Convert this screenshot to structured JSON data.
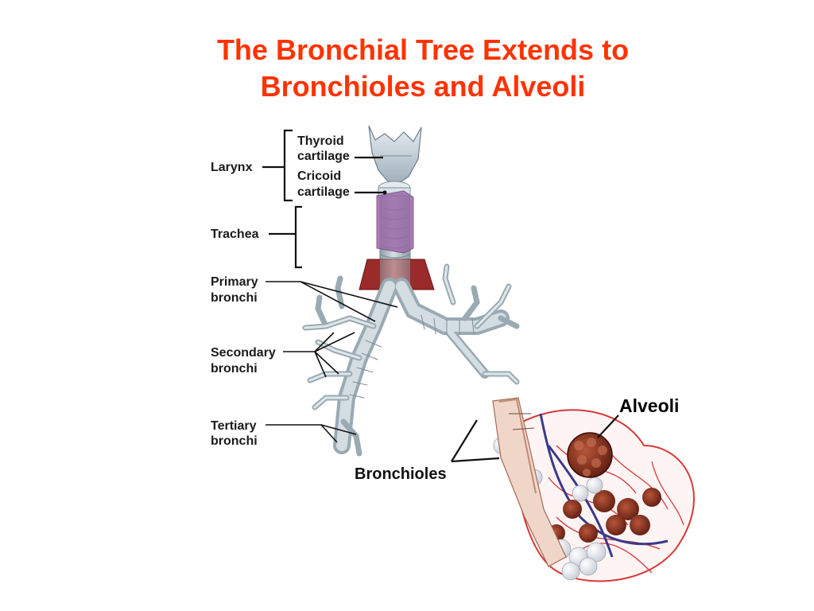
{
  "slide": {
    "title_line1": "The Bronchial Tree Extends to",
    "title_line2": "Bronchioles and Alveoli",
    "title_color": "#ff3300"
  },
  "labels": {
    "larynx": "Larynx",
    "thyroid_line1": "Thyroid",
    "thyroid_line2": "cartilage",
    "cricoid_line1": "Cricoid",
    "cricoid_line2": "cartilage",
    "trachea": "Trachea",
    "primary_line1": "Primary",
    "primary_line2": "bronchi",
    "secondary_line1": "Secondary",
    "secondary_line2": "bronchi",
    "tertiary_line1": "Tertiary",
    "tertiary_line2": "bronchi",
    "bronchioles": "Bronchioles",
    "alveoli": "Alveoli"
  },
  "colors": {
    "airway": "#b9c8cf",
    "airway_dark": "#8a9aa3",
    "cricoid": "#9a6aa8",
    "thyroid_gland": "#9b2a2a",
    "capillary_red": "#d63a3a",
    "vessel_blue": "#3a3a8a",
    "alveolar_sac": "#7a2a18"
  }
}
